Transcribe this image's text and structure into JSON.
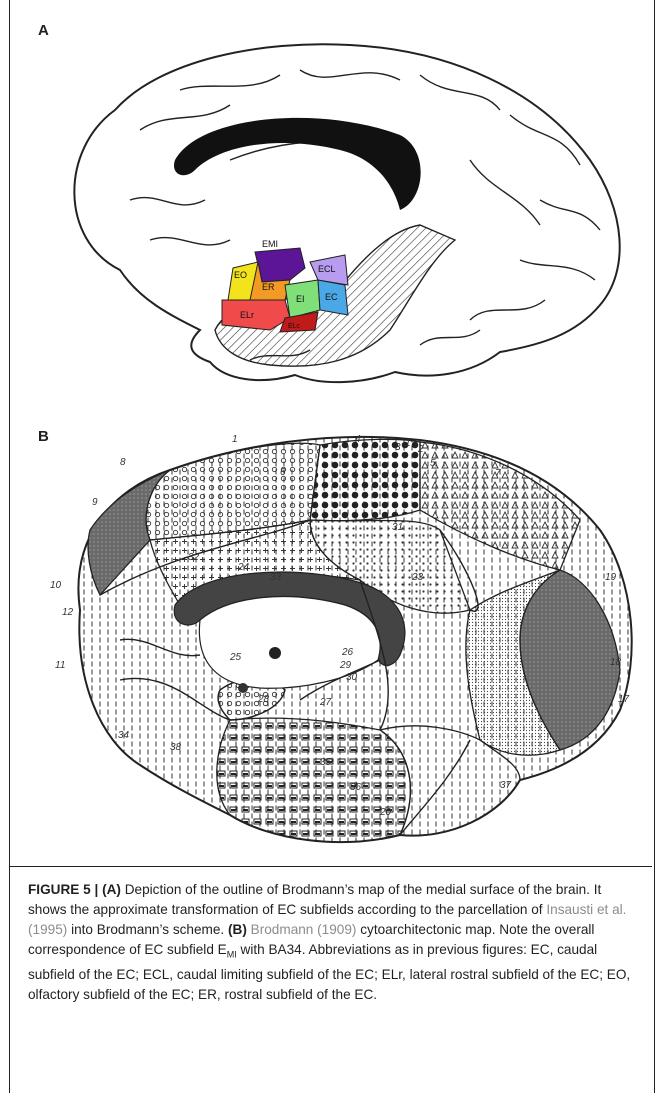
{
  "panels": {
    "a_label": "A",
    "b_label": "B"
  },
  "diagram_a": {
    "regions": [
      {
        "name": "EMI",
        "color": "#5b1596"
      },
      {
        "name": "EO",
        "color": "#f2e31c"
      },
      {
        "name": "ER",
        "color": "#f39a24"
      },
      {
        "name": "EI",
        "color": "#7fe07a"
      },
      {
        "name": "EC",
        "color": "#4aa8e6"
      },
      {
        "name": "ECL",
        "color": "#b79cf0"
      },
      {
        "name": "ELr",
        "color": "#f04a4a"
      },
      {
        "name": "ELc",
        "color": "#c01a1a"
      }
    ],
    "labels": {
      "emi": "EMI",
      "eo": "EO",
      "er": "ER",
      "ei": "EI",
      "ec": "EC",
      "ecl": "ECL",
      "elr": "ELr",
      "elc": "ELc"
    }
  },
  "diagram_b": {
    "area_numbers": {
      "n1": "1",
      "n4": "4",
      "n3": "3",
      "n1b": "1",
      "n2": "2",
      "n5": "5",
      "n7": "7",
      "n8": "8",
      "n9": "9",
      "n10": "10",
      "n11": "11",
      "n19": "19",
      "n18": "18",
      "n17": "17",
      "n37": "37",
      "n20": "20",
      "n34": "34",
      "n38": "38",
      "n35": "35",
      "n36": "36",
      "n28": "28",
      "n25": "25",
      "n26": "26",
      "n29": "29",
      "n30": "30",
      "n27": "27",
      "n24": "24",
      "n23": "23",
      "n31": "31",
      "n32": "32",
      "n33": "33",
      "n12": "12",
      "n6": "6"
    }
  },
  "caption": {
    "figure": "FIGURE 5 | ",
    "a_tag": "(A)",
    "a_text_1": " Depiction of the outline of Brodmann’s map of the medial surface of the brain. It shows the approximate transformation of EC subfields according to the parcellation of ",
    "a_cite": "Insausti et al. (1995)",
    "a_text_2": " into Brodmann’s scheme. ",
    "b_tag": "(B)",
    "b_cite": " Brodmann (1909)",
    "b_text_1": " cytoarchitectonic map. Note the overall correspondence of EC subfield E",
    "b_sub": "MI",
    "b_text_2": " with BA34. Abbreviations as in previous figures: EC, caudal subfield of the EC; ECL, caudal limiting subfield of the EC; ELr, lateral rostral subfield of the EC; EO, olfactory subfield of the EC; ER, rostral subfield of the EC."
  }
}
